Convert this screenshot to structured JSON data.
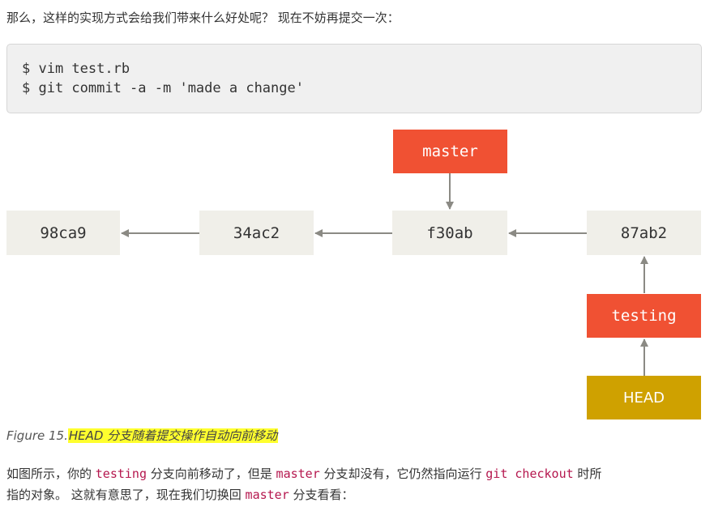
{
  "intro": {
    "text": "那么，这样的实现方式会给我们带来什么好处呢？ 现在不妨再提交一次："
  },
  "code_block": {
    "lines": [
      "$ vim test.rb",
      "$ git commit -a -m 'made a change'"
    ]
  },
  "diagram": {
    "commits": [
      "98ca9",
      "34ac2",
      "f30ab",
      "87ab2"
    ],
    "branches": {
      "master": "master",
      "testing": "testing"
    },
    "head": "HEAD",
    "colors": {
      "commit_box": "#f0efe9",
      "branch_box": "#f05133",
      "head_box": "#cfa100",
      "arrow": "#8b8a84"
    }
  },
  "caption": {
    "label": "Figure 15.",
    "text": "HEAD 分支随着提交操作自动向前移动",
    "highlight_color": "#ffff2e"
  },
  "paragraph": {
    "part1": "如图所示，你的 ",
    "code1": "testing",
    "part2": " 分支向前移动了，但是 ",
    "code2": "master",
    "part3": " 分支却没有，它仍然指向运行 ",
    "code3": "git checkout",
    "part4": " 时所",
    "part5": "指的对象。 这就有意思了，现在我们切换回 ",
    "code4": "master",
    "part6": " 分支看看："
  }
}
